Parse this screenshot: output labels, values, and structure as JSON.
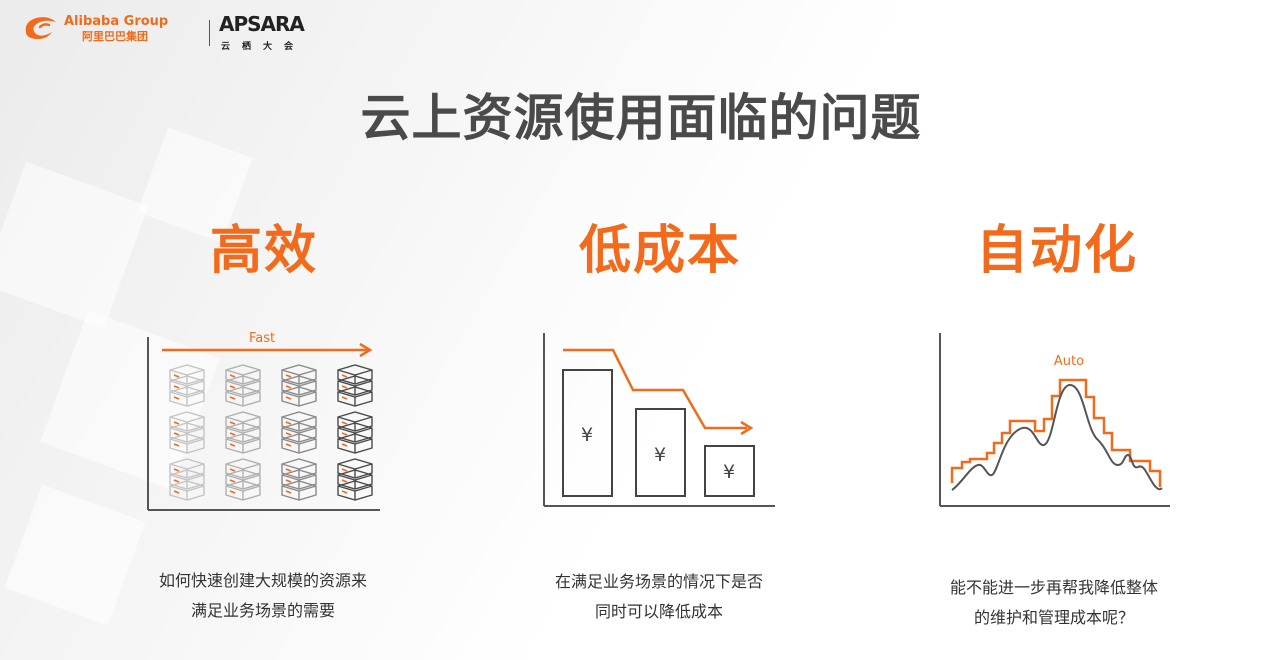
{
  "header": {
    "alibaba_en": "Alibaba Group",
    "alibaba_cn": "阿里巴巴集团",
    "apsara_name": "APSARA",
    "apsara_sub": "云栖大会",
    "colors": {
      "alibaba_orange": "#f26b1c",
      "apsara_dark": "#222222"
    }
  },
  "title": "云上资源使用面临的问题",
  "columns": [
    {
      "heading": "高效",
      "figure_label": "Fast",
      "icon": "server-grid-icon",
      "desc": [
        "如何快速创建大规模的资源来",
        "满足业务场景的需要"
      ]
    },
    {
      "heading": "低成本",
      "icon": "cost-bars-icon",
      "bar_symbols": [
        "¥",
        "¥",
        "¥"
      ],
      "desc": [
        "在满足业务场景的情况下是否",
        "同时可以降低成本"
      ]
    },
    {
      "heading": "自动化",
      "figure_label": "Auto",
      "icon": "auto-scaling-curve-icon",
      "desc": [
        "能不能进一步再帮我降低整体",
        "的维护和管理成本呢？"
      ]
    }
  ],
  "colors": {
    "accent": "#f26b1c",
    "title": "#4a4a4a",
    "line": "#555555"
  }
}
